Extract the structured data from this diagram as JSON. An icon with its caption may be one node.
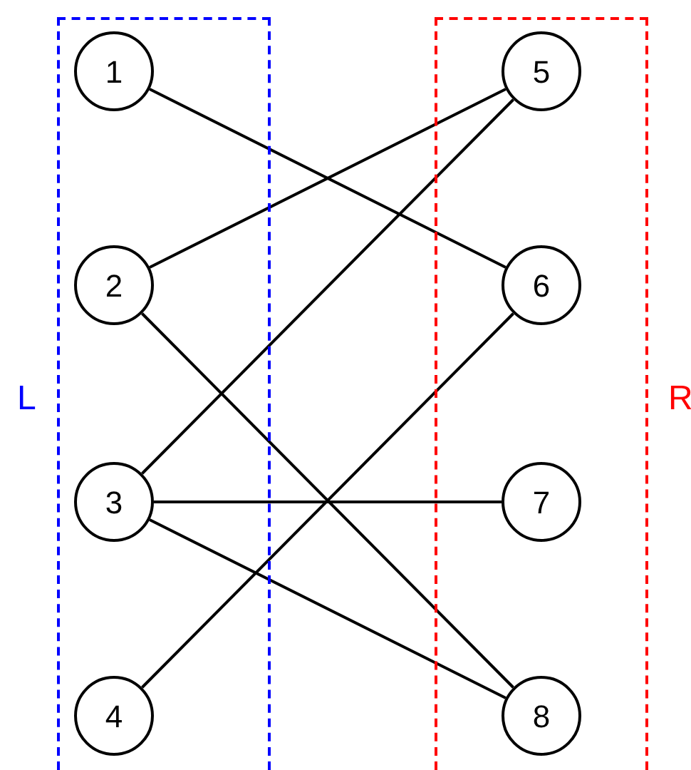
{
  "diagram": {
    "nodes": [
      {
        "text": [
          "L"
        ]
      },
      {
        "text": [
          "1"
        ],
        "in": 0
      },
      {
        "text": [
          "2"
        ],
        "in": 0
      },
      {
        "text": [
          "3"
        ],
        "in": 0
      },
      {
        "text": [
          "4"
        ],
        "in": 0
      },
      {
        "text": [
          "R"
        ]
      },
      {
        "text": [
          "5"
        ],
        "in": 5
      },
      {
        "text": [
          "6"
        ],
        "in": 5
      },
      {
        "text": [
          "7"
        ],
        "in": 5
      },
      {
        "text": [
          "8"
        ],
        "in": 5
      }
    ],
    "edges": [
      {
        "from": 1,
        "to": 7,
        "arrow": "none"
      },
      {
        "from": 2,
        "to": 6,
        "arrow": "none"
      },
      {
        "from": 2,
        "to": 9,
        "arrow": "none"
      },
      {
        "from": 3,
        "to": 6,
        "arrow": "none"
      },
      {
        "from": 3,
        "to": 8,
        "arrow": "none"
      },
      {
        "from": 3,
        "to": 9,
        "arrow": "none"
      },
      {
        "from": 4,
        "to": 7,
        "arrow": "none"
      }
    ]
  }
}
